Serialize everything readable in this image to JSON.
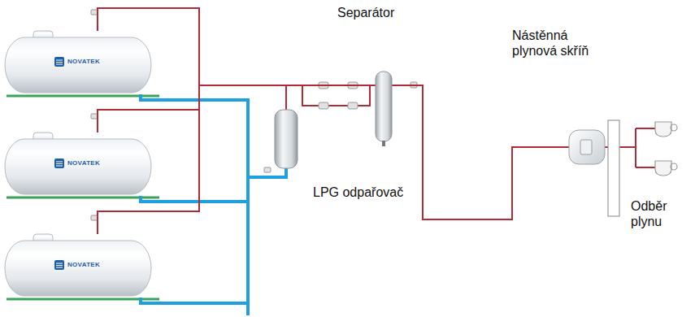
{
  "diagram": {
    "nodes": [
      {
        "text": [
          "NOVATEK"
        ]
      },
      {
        "text": [
          "NOVATEK"
        ]
      },
      {
        "text": [
          "NOVATEK"
        ]
      },
      {
        "text": [
          "Separátor"
        ]
      },
      {
        "text": [
          "LPG odpařovač"
        ]
      },
      {
        "text": [
          "Nástěnná plynová skříň"
        ]
      }
    ],
    "edges": [
      {
        "from": 0,
        "to": 3,
        "arrow": "none"
      },
      {
        "from": 1,
        "to": 3,
        "arrow": "none"
      },
      {
        "from": 2,
        "to": 3,
        "arrow": "none"
      },
      {
        "from": 0,
        "to": 4,
        "arrow": "none"
      },
      {
        "from": 1,
        "to": 4,
        "arrow": "none"
      },
      {
        "from": 2,
        "to": 4,
        "arrow": "none"
      },
      {
        "from": 4,
        "to": 3,
        "arrow": "none"
      },
      {
        "from": 3,
        "to": 5,
        "arrow": "none"
      }
    ],
    "labels": [
      "Odběr plynu"
    ]
  }
}
